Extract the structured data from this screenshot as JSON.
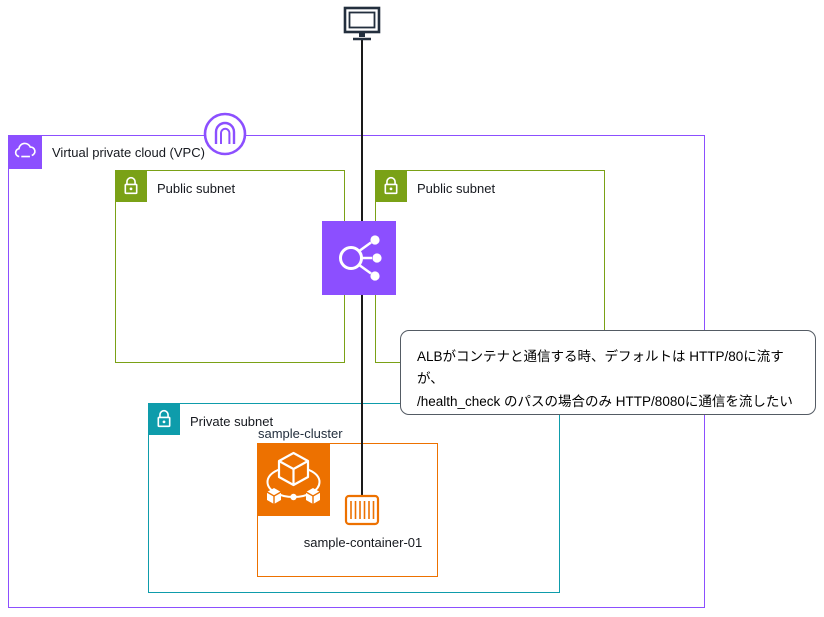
{
  "title": "AWS VPC / ECS network diagram",
  "colors": {
    "vpc_border": "#8C4FFF",
    "public_subnet_border": "#7AA116",
    "private_subnet_border": "#0E9CAB",
    "ecs_orange": "#ED7100",
    "connector": "#1A1A1A",
    "callout_border": "#545B64"
  },
  "vpc": {
    "label": "Virtual private cloud (VPC)"
  },
  "subnets": {
    "public_left": {
      "label": "Public subnet"
    },
    "public_right": {
      "label": "Public subnet"
    },
    "private": {
      "label": "Private subnet"
    }
  },
  "cluster": {
    "label": "sample-cluster"
  },
  "container": {
    "label": "sample-container-01"
  },
  "callout": {
    "line1": "ALBがコンテナと通信する時、デフォルトは HTTP/80に流すが、",
    "line2": "/health_check のパスの場合のみ HTTP/8080に通信を流したい"
  },
  "icons": {
    "client": "client-computer-icon",
    "internet_gateway": "vpc-gateway-icon",
    "vpc": "vpc-cloud-icon",
    "subnet_lock": "subnet-lock-icon",
    "alb": "application-load-balancer-icon",
    "ecs": "ecs-cluster-icon",
    "container": "container-icon"
  }
}
